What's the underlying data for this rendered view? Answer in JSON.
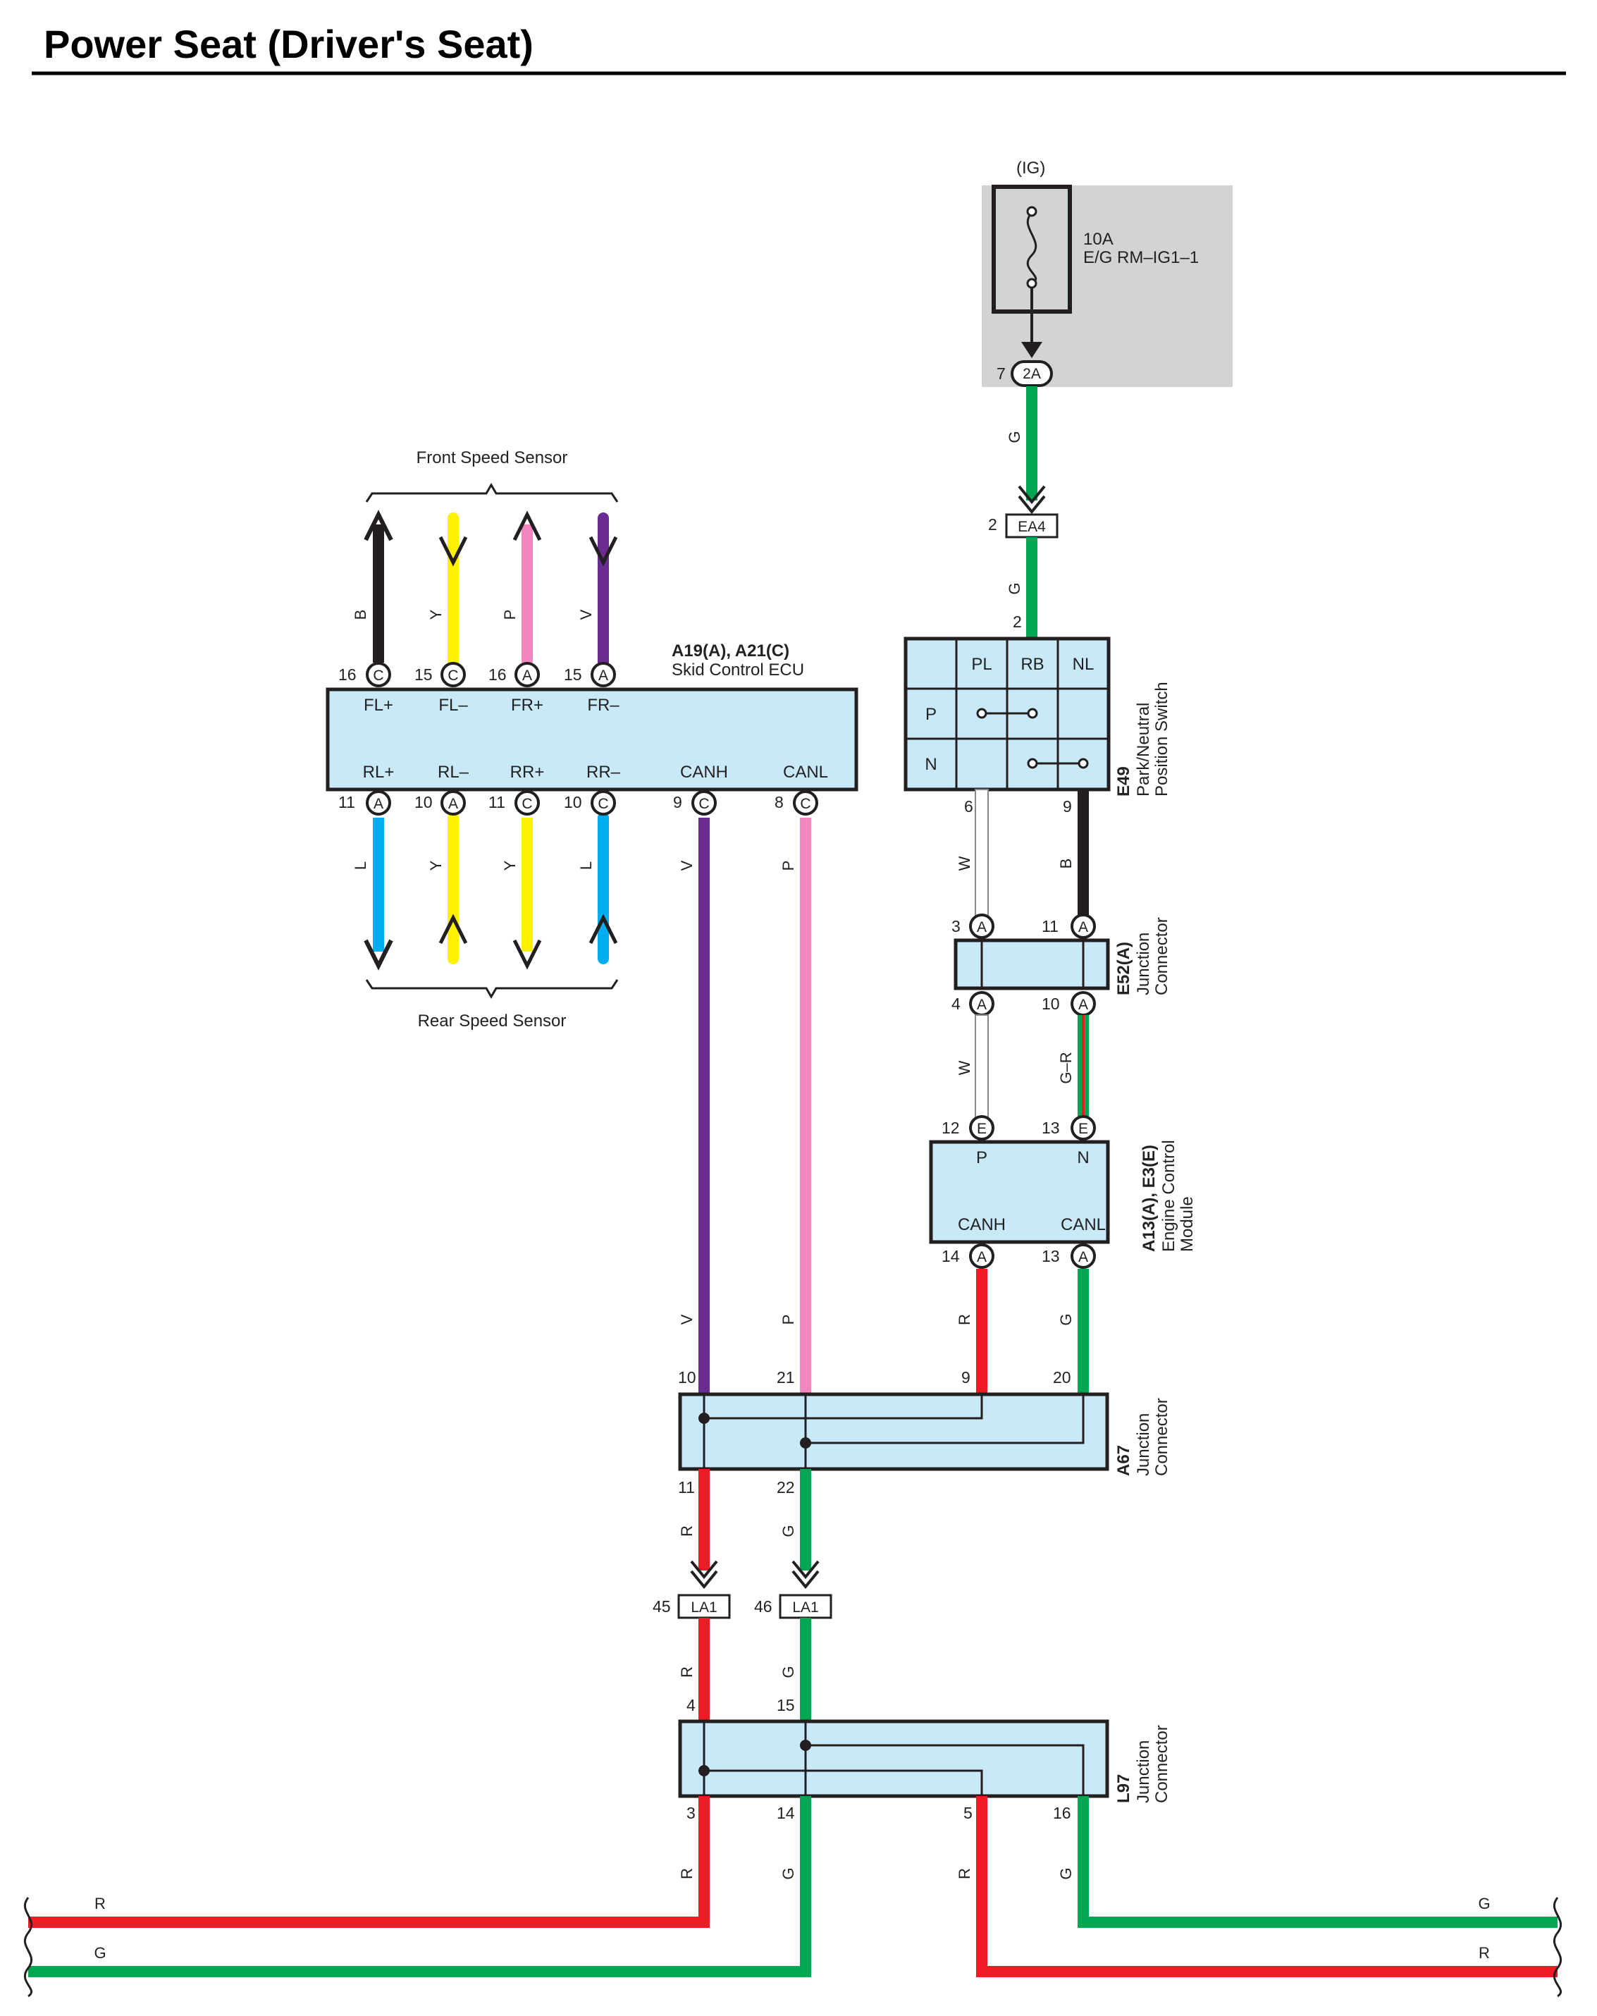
{
  "title": "Power Seat (Driver's Seat)",
  "fuse": {
    "source": "(IG)",
    "rating": "10A",
    "name": "E/G RM–IG1–1",
    "pin": "7",
    "connector": "2A"
  },
  "ea4": {
    "pin": "2",
    "connector": "EA4"
  },
  "skid_ecu": {
    "id": "A19(A), A21(C)",
    "name": "Skid Control ECU",
    "top_terminals": [
      {
        "pin": "16",
        "conn": "C",
        "label": "FL+",
        "color": "B"
      },
      {
        "pin": "15",
        "conn": "C",
        "label": "FL–",
        "color": "Y"
      },
      {
        "pin": "16",
        "conn": "A",
        "label": "FR+",
        "color": "P"
      },
      {
        "pin": "15",
        "conn": "A",
        "label": "FR–",
        "color": "V"
      }
    ],
    "bottom_terminals": [
      {
        "pin": "11",
        "conn": "A",
        "label": "RL+",
        "color": "L"
      },
      {
        "pin": "10",
        "conn": "A",
        "label": "RL–",
        "color": "Y"
      },
      {
        "pin": "11",
        "conn": "C",
        "label": "RR+",
        "color": "Y"
      },
      {
        "pin": "10",
        "conn": "C",
        "label": "RR–",
        "color": "L"
      },
      {
        "pin": "9",
        "conn": "C",
        "label": "CANH",
        "color": "V"
      },
      {
        "pin": "8",
        "conn": "C",
        "label": "CANL",
        "color": "P"
      }
    ]
  },
  "front_sensor_label": "Front Speed Sensor",
  "rear_sensor_label": "Rear Speed Sensor",
  "park_switch": {
    "id": "E49",
    "name_line1": "Park/Neutral",
    "name_line2": "Position Switch",
    "col_labels": [
      "PL",
      "RB",
      "NL"
    ],
    "row_labels": [
      "P",
      "N"
    ],
    "in_pin": "2",
    "out_pins": [
      "6",
      "9"
    ]
  },
  "e52": {
    "id": "E52(A)",
    "name_line1": "Junction",
    "name_line2": "Connector",
    "top_pins": [
      {
        "pin": "3",
        "conn": "A"
      },
      {
        "pin": "11",
        "conn": "A"
      }
    ],
    "bottom_pins": [
      {
        "pin": "4",
        "conn": "A"
      },
      {
        "pin": "10",
        "conn": "A"
      }
    ]
  },
  "ecm": {
    "id": "A13(A), E3(E)",
    "name_line1": "Engine Control",
    "name_line2": "Module",
    "top_pins": [
      {
        "pin": "12",
        "conn": "E",
        "label": "P"
      },
      {
        "pin": "13",
        "conn": "E",
        "label": "N"
      }
    ],
    "bottom_pins": [
      {
        "pin": "14",
        "conn": "A",
        "label": "CANH"
      },
      {
        "pin": "13",
        "conn": "A",
        "label": "CANL"
      }
    ]
  },
  "a67": {
    "id": "A67",
    "name_line1": "Junction",
    "name_line2": "Connector",
    "top_pins": [
      "10",
      "21",
      "9",
      "20"
    ],
    "bottom_pins": [
      "11",
      "22"
    ]
  },
  "la1": [
    {
      "pin": "45",
      "connector": "LA1"
    },
    {
      "pin": "46",
      "connector": "LA1"
    }
  ],
  "l97": {
    "id": "L97",
    "name_line1": "Junction",
    "name_line2": "Connector",
    "top_pins": [
      "4",
      "15"
    ],
    "bottom_pins": [
      "3",
      "14",
      "5",
      "16"
    ]
  },
  "wire_colors": {
    "fuse_to_ea4": "G",
    "ea4_to_switch": "G",
    "switch_to_e52_left": "W",
    "switch_to_e52_right": "B",
    "e52_to_ecm_left": "W",
    "e52_to_ecm_right": "G–R",
    "ecu_canh": "V",
    "ecu_canl": "P",
    "ecu_canh_lower": "V",
    "ecu_canl_lower": "P",
    "ecm_canh": "R",
    "ecm_canl": "G",
    "a67_out_left": "R",
    "a67_out_right": "G",
    "la1_out_left": "R",
    "la1_out_right": "G",
    "l97_out_1": "R",
    "l97_out_2": "G",
    "l97_out_3": "R",
    "l97_out_4": "G",
    "left_bus_top": "R",
    "left_bus_bottom": "G",
    "right_bus_top": "G",
    "right_bus_bottom": "R"
  },
  "colors": {
    "G": "#00a651",
    "R": "#ed1c24",
    "B": "#231f20",
    "Y": "#fff200",
    "P": "#f287bd",
    "V": "#6a2c91",
    "L": "#00aeef",
    "W": "#ffffff",
    "box_fill": "#c9e8f8",
    "fuse_bg": "#d1d3d4"
  }
}
